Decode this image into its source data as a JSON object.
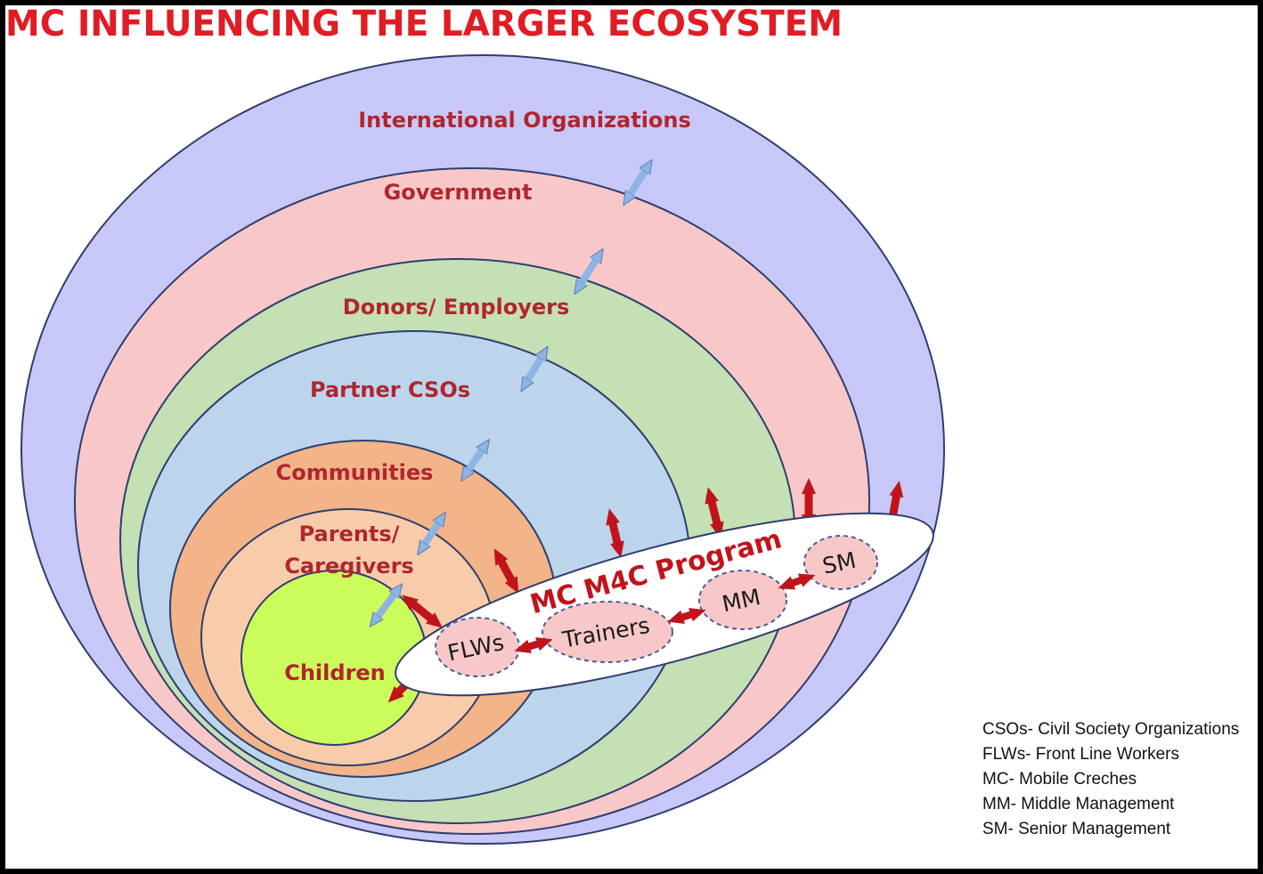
{
  "title": "MC INFLUENCING THE LARGER ECOSYSTEM",
  "colors": {
    "title": "#e01c24",
    "ring_label": "#b0262e",
    "international": "#c8c8f8",
    "government": "#f8c8c8",
    "donors": "#c4e0b4",
    "partner_csos": "#bcd4ec",
    "communities": "#f2b488",
    "parents": "#f8ccaa",
    "children": "#ccfc5c",
    "outline": "#2e3e6e",
    "program_fill": "#ffffff",
    "node_fill": "#f8c8c8",
    "node_border": "#4a5c9c",
    "red_arrow": "#c0141c",
    "blue_arrow": "#8cb4e4"
  },
  "rings": [
    {
      "id": "international",
      "label": "International Organizations"
    },
    {
      "id": "government",
      "label": "Government"
    },
    {
      "id": "donors",
      "label": "Donors/ Employers"
    },
    {
      "id": "partner_csos",
      "label": "Partner CSOs"
    },
    {
      "id": "communities",
      "label": "Communities"
    },
    {
      "id": "parents",
      "label": "Parents/\nCaregivers"
    },
    {
      "id": "children",
      "label": "Children"
    }
  ],
  "program": {
    "label": "MC M4C Program",
    "nodes": [
      "FLWs",
      "Trainers",
      "MM",
      "SM"
    ]
  },
  "legend": [
    "CSOs- Civil Society Organizations",
    "FLWs- Front Line Workers",
    "MC- Mobile Creches",
    "MM- Middle Management",
    "SM- Senior Management"
  ]
}
